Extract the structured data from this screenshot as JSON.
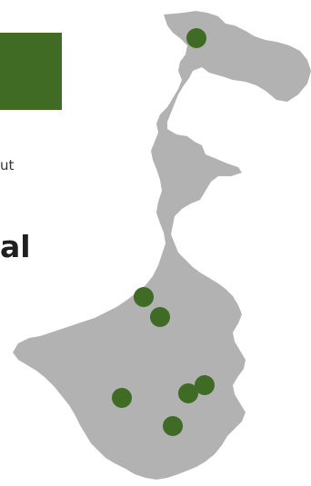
{
  "page": {
    "snippet_text": "ut",
    "heading_text": "al"
  },
  "map": {
    "region_color": "#b2b2b2",
    "marker_color": "#3f6b25",
    "accent_color": "#3f6b25",
    "markers": [
      {
        "id": "marker-1"
      },
      {
        "id": "marker-2"
      },
      {
        "id": "marker-3"
      },
      {
        "id": "marker-4"
      },
      {
        "id": "marker-5"
      },
      {
        "id": "marker-6"
      },
      {
        "id": "marker-7"
      }
    ]
  }
}
